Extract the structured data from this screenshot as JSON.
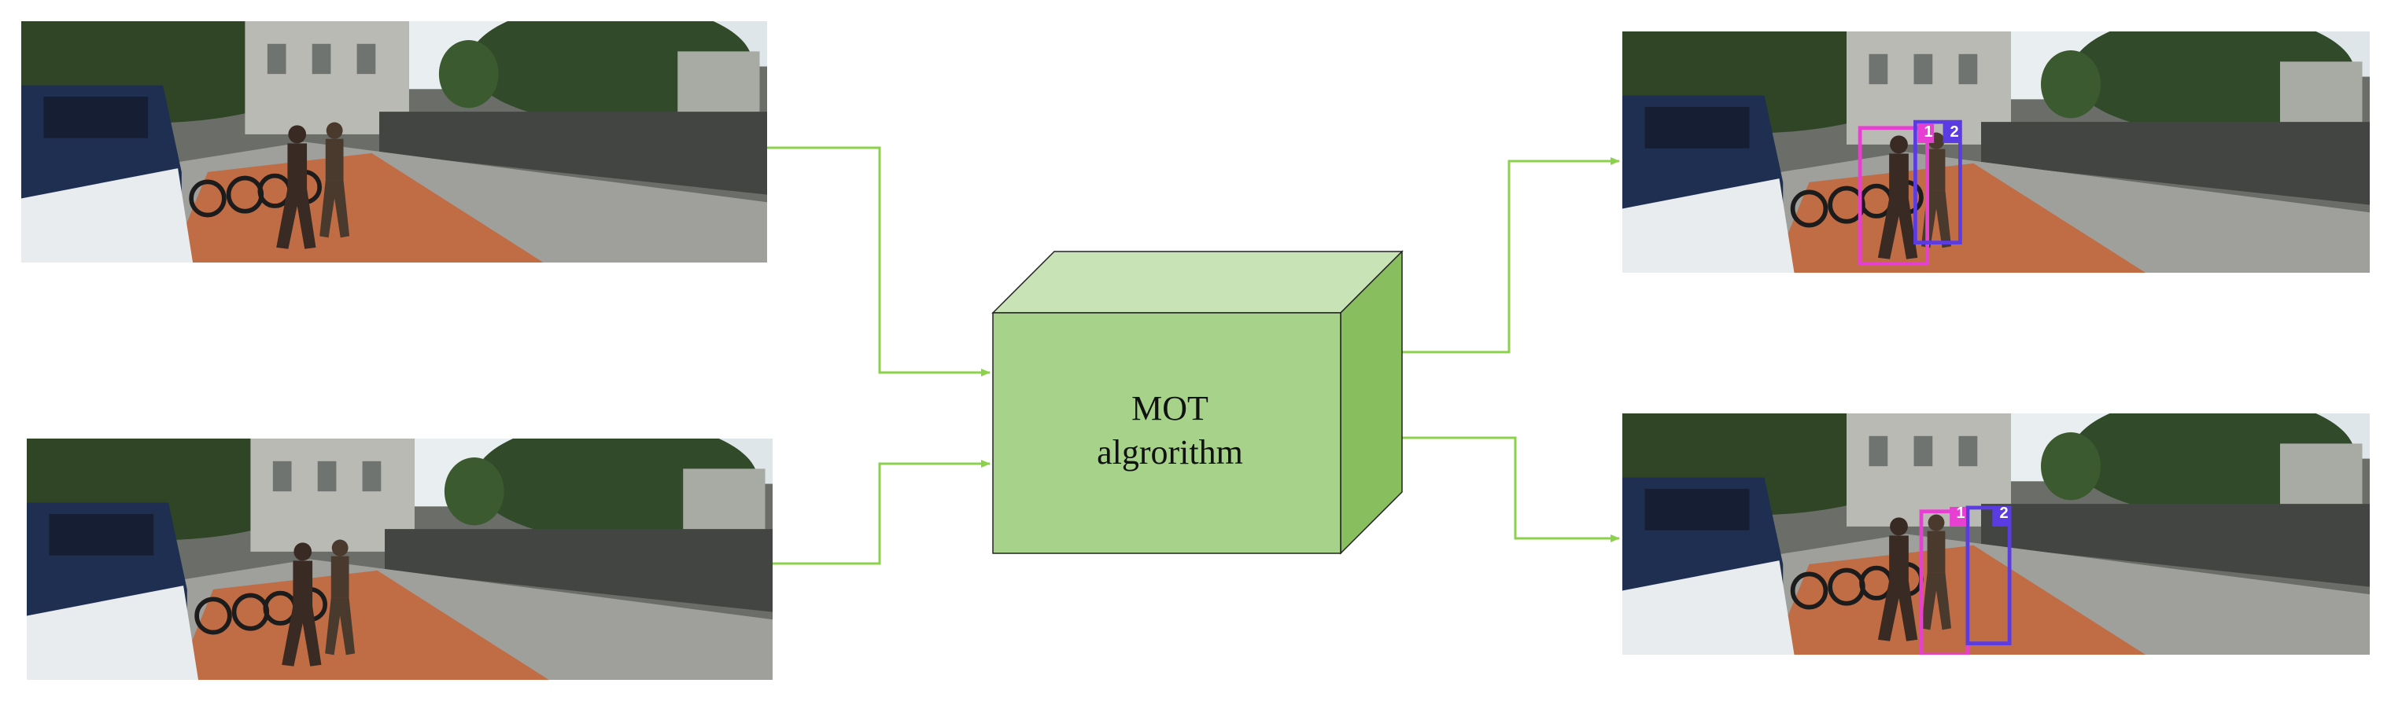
{
  "diagram": {
    "center_label_line1": "MOT",
    "center_label_line2": "algrorithm",
    "track_ids": [
      "1",
      "2"
    ],
    "colors": {
      "arrow": "#8cd14b",
      "cube_front": "#a6d28a",
      "cube_top": "#c8e3b6",
      "cube_side": "#88be5d",
      "track_1": "#e83fd3",
      "track_2": "#5b3be2"
    },
    "nodes": [
      {
        "name": "input-frame-1",
        "kind": "camera image"
      },
      {
        "name": "input-frame-2",
        "kind": "camera image"
      },
      {
        "name": "mot-cube",
        "kind": "process"
      },
      {
        "name": "output-frame-1",
        "kind": "camera image with tracks"
      },
      {
        "name": "output-frame-2",
        "kind": "camera image with tracks"
      }
    ]
  }
}
